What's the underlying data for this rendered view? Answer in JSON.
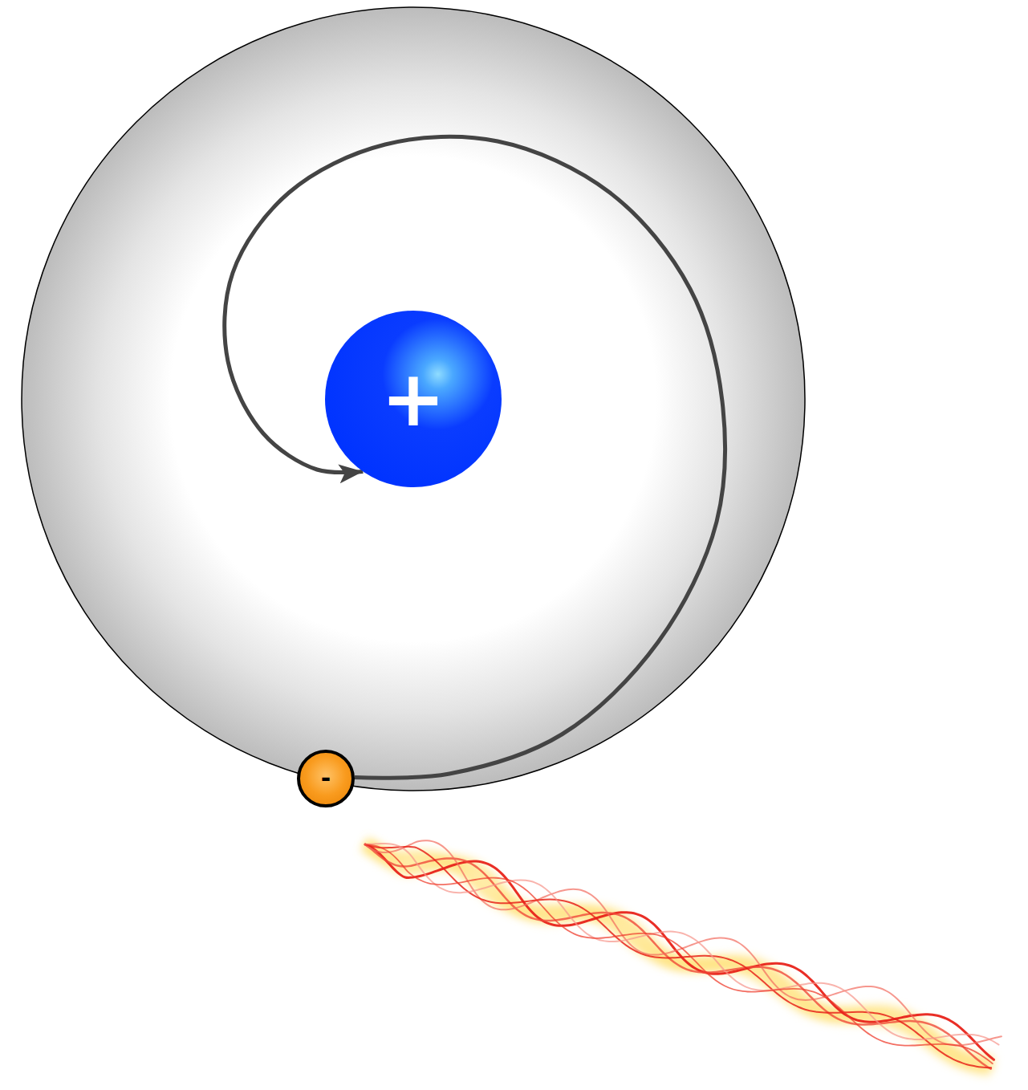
{
  "diagram": {
    "nodes": [
      {
        "text": [
          "+"
        ]
      },
      {
        "text": [
          "-"
        ]
      }
    ],
    "edges": [
      {
        "from": 1,
        "to": 0,
        "arrow": "to"
      }
    ]
  }
}
